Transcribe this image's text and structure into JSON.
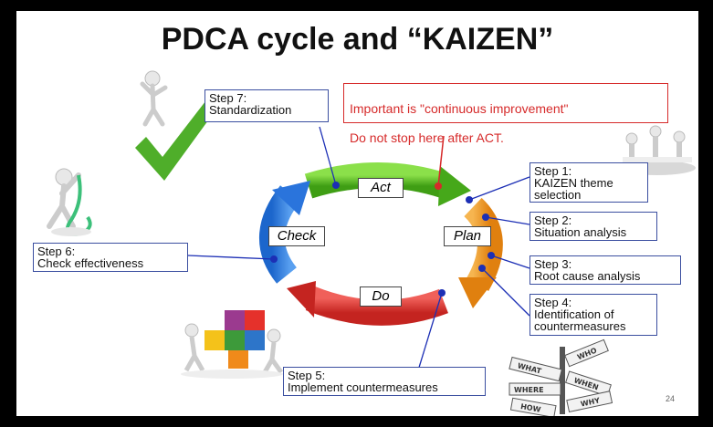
{
  "title": "PDCA cycle and “KAIZEN”",
  "note": {
    "line1": "Important is \"continuous improvement\"",
    "line2": "Do not stop here after ACT."
  },
  "phases": {
    "act": "Act",
    "plan": "Plan",
    "do": "Do",
    "check": "Check"
  },
  "steps": [
    {
      "label": "Step 1:\nKAIZEN theme\nselection"
    },
    {
      "label": "Step 2:\nSituation analysis"
    },
    {
      "label": "Step 3:\nRoot cause analysis"
    },
    {
      "label": "Step 4:\nIdentification of\ncountermeasures"
    },
    {
      "label": "Step 5:\nImplement countermeasures"
    },
    {
      "label": "Step 6:\nCheck effectiveness"
    },
    {
      "label": "Step 7:\nStandardization"
    }
  ],
  "signs": {
    "what": "WHAT",
    "who": "WHO",
    "when": "WHEN",
    "where": "WHERE",
    "why": "WHY",
    "how": "HOW"
  },
  "page_number": "24",
  "colors": {
    "act": "#5cc21f",
    "plan": "#f09a20",
    "do": "#e23a33",
    "check": "#2f7fe0",
    "note": "#d62a2a",
    "connector": "#1c2fb5"
  }
}
